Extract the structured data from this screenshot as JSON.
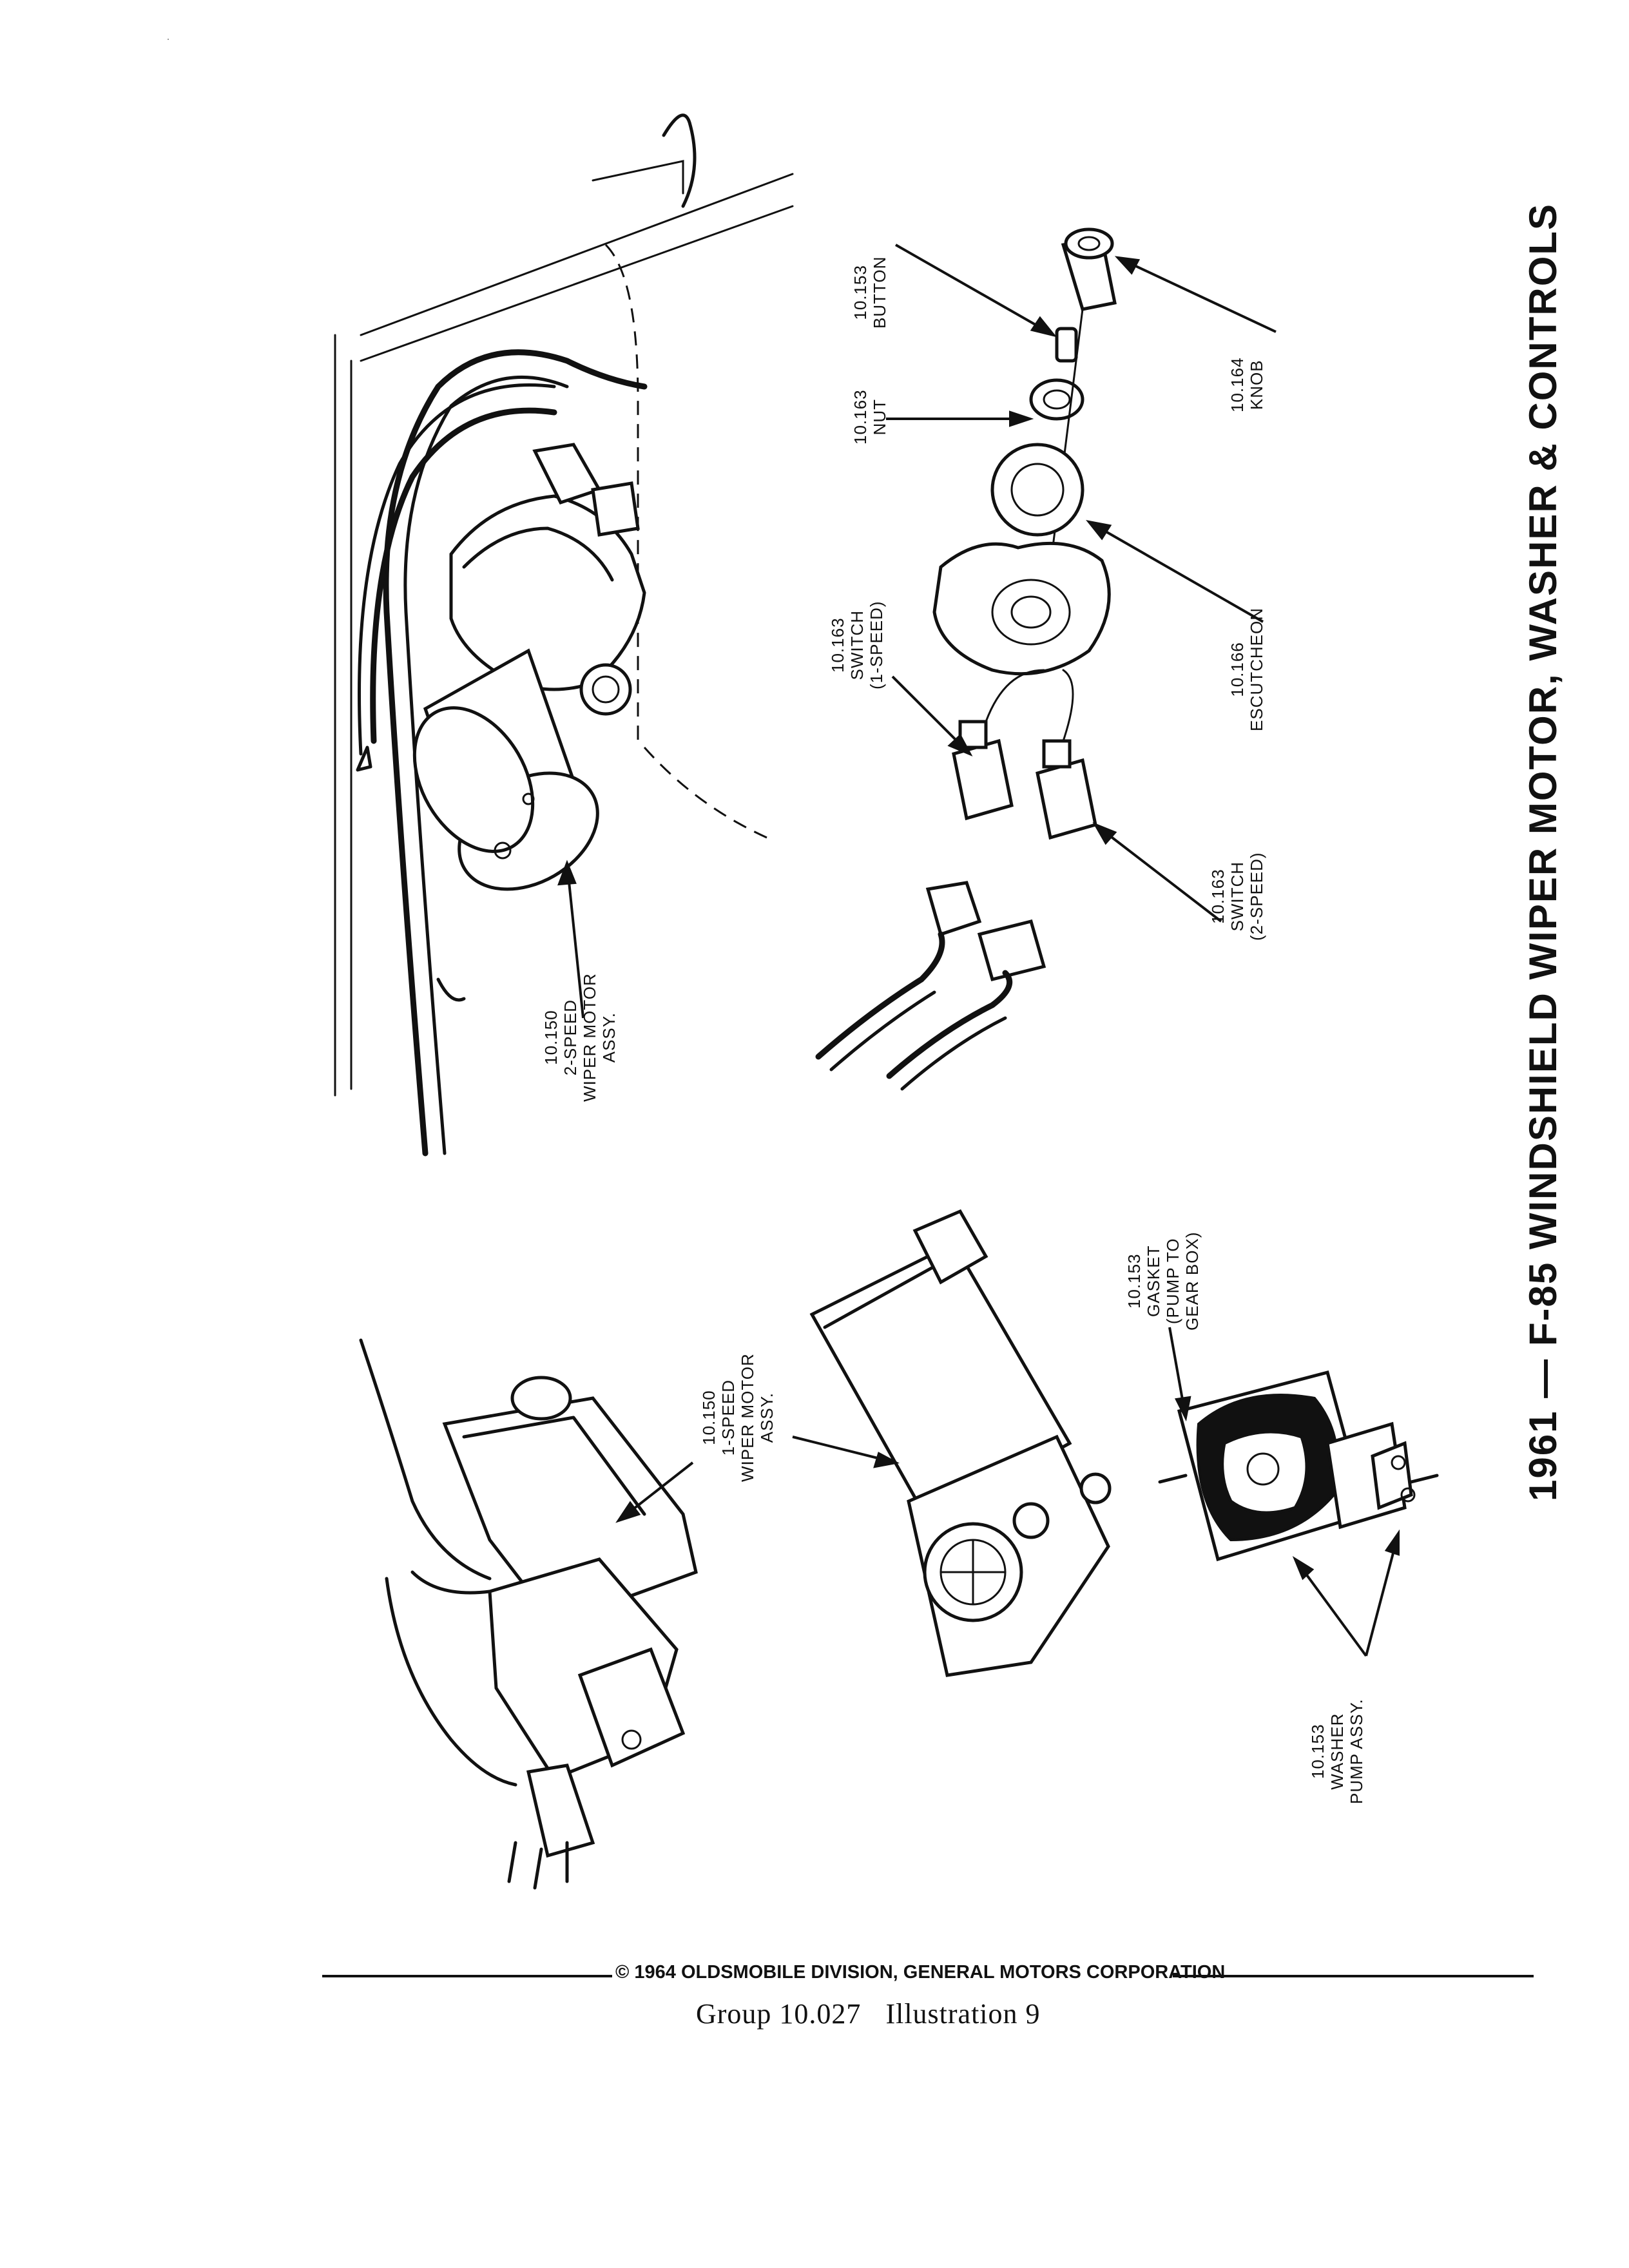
{
  "title": "1961 — F-85 WINDSHIELD WIPER MOTOR, WASHER & CONTROLS",
  "callouts": {
    "button": {
      "number": "10.153",
      "lines": [
        "BUTTON"
      ]
    },
    "nut": {
      "number": "10.163",
      "lines": [
        "NUT"
      ]
    },
    "knob": {
      "number": "10.164",
      "lines": [
        "KNOB"
      ]
    },
    "switch_1speed": {
      "number": "10.163",
      "lines": [
        "SWITCH",
        "(1-SPEED)"
      ]
    },
    "escutcheon": {
      "number": "10.166",
      "lines": [
        "ESCUTCHEON"
      ]
    },
    "switch_2speed": {
      "number": "10.163",
      "lines": [
        "SWITCH",
        "(2-SPEED)"
      ]
    },
    "wiper_2speed": {
      "number": "10.150",
      "lines": [
        "2-SPEED",
        "WIPER MOTOR",
        "ASSY."
      ]
    },
    "wiper_1speed": {
      "number": "10.150",
      "lines": [
        "1-SPEED",
        "WIPER MOTOR",
        "ASSY."
      ]
    },
    "gasket": {
      "number": "10.153",
      "lines": [
        "GASKET",
        "(PUMP TO",
        "GEAR BOX)"
      ]
    },
    "washer_pump": {
      "number": "10.153",
      "lines": [
        "WASHER",
        "PUMP ASSY."
      ]
    }
  },
  "footer": {
    "copyright": "© 1964 OLDSMOBILE DIVISION, GENERAL MOTORS CORPORATION",
    "group": "Group 10.027",
    "illustration": "Illustration 9"
  }
}
